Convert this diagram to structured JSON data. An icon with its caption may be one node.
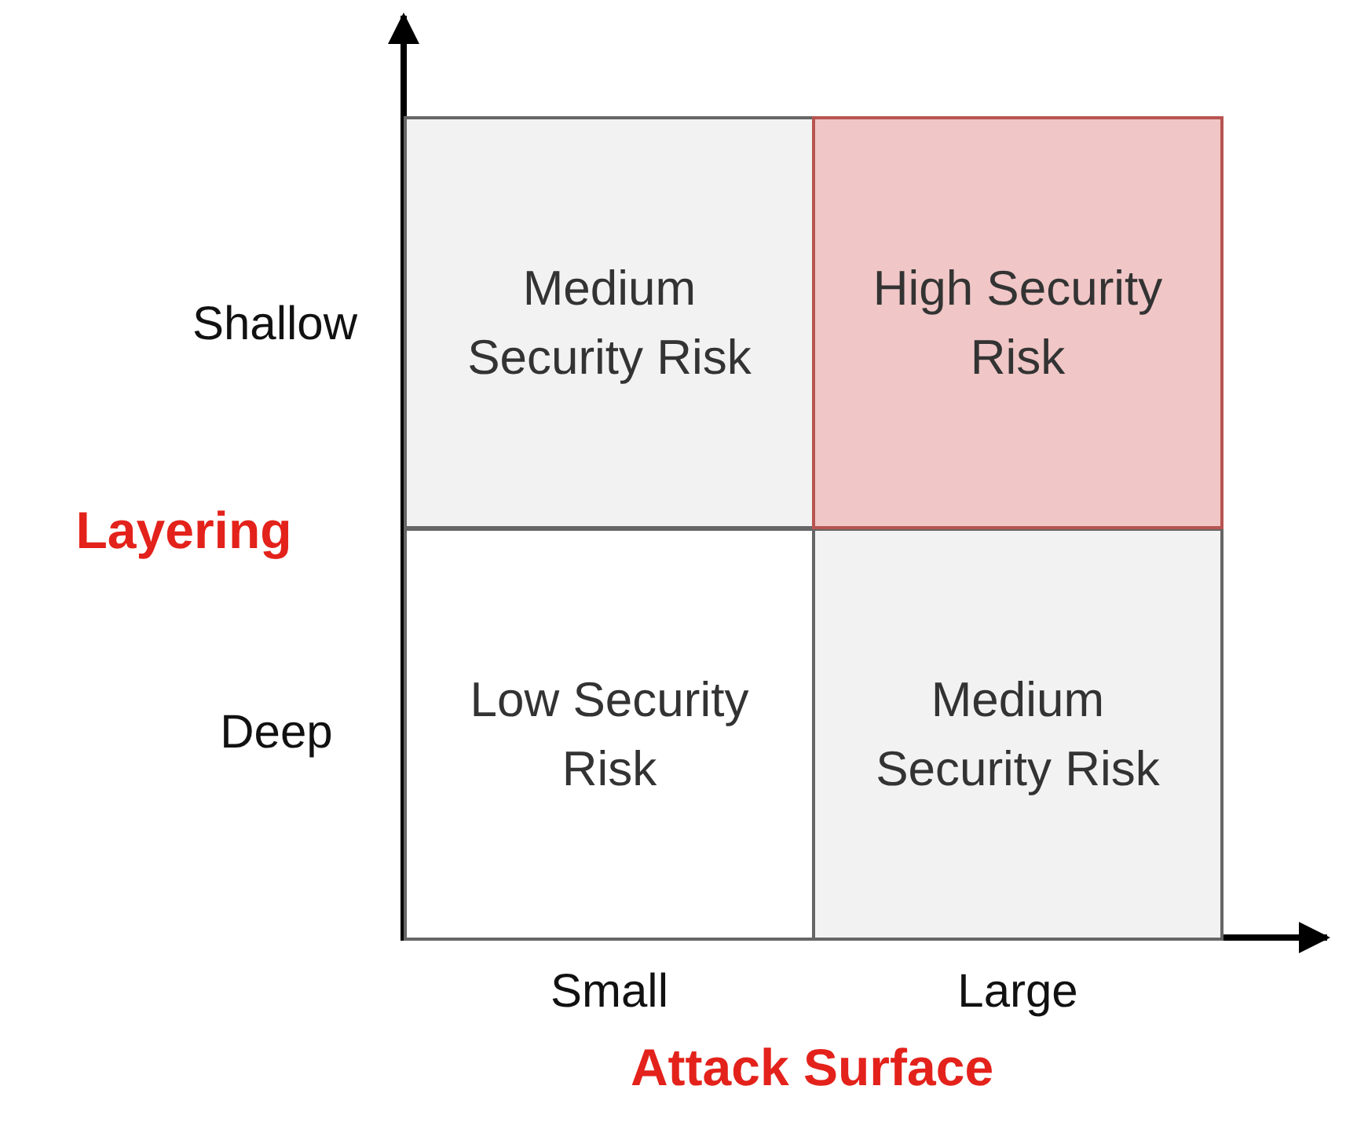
{
  "diagram": {
    "nodes": [
      {
        "text": [
          "Medium Security Risk"
        ]
      },
      {
        "text": [
          "High Security Risk"
        ]
      },
      {
        "text": [
          "Low Security Risk"
        ]
      },
      {
        "text": [
          "Medium Security Risk"
        ]
      }
    ],
    "labels": [
      "Shallow",
      "Layering",
      "Deep",
      "Small",
      "Large",
      "Attack Surface"
    ]
  }
}
